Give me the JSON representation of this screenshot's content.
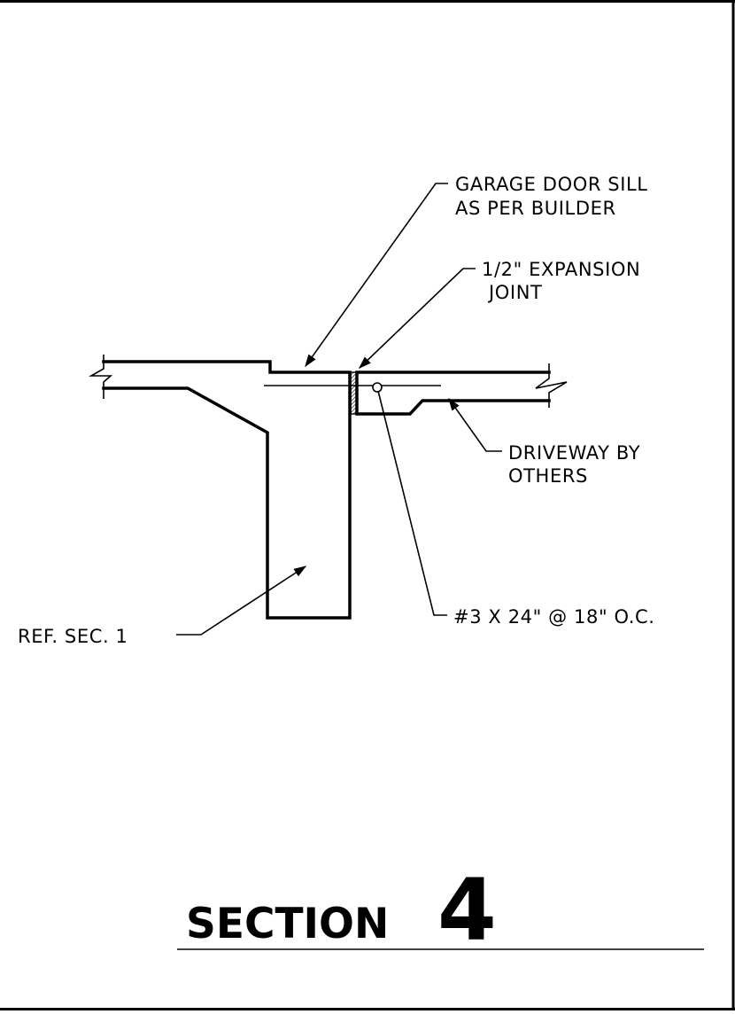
{
  "labels": {
    "garage_sill_line1": "GARAGE DOOR SILL",
    "garage_sill_line2": "AS PER BUILDER",
    "expansion_line1": "1/2\" EXPANSION",
    "expansion_line2": "JOINT",
    "driveway_line1": "DRIVEWAY BY",
    "driveway_line2": "OTHERS",
    "rebar": "#3 X 24\" @ 18\" O.C.",
    "ref_section": "REF. SEC. 1"
  },
  "title": {
    "word": "SECTION",
    "number": "4"
  }
}
